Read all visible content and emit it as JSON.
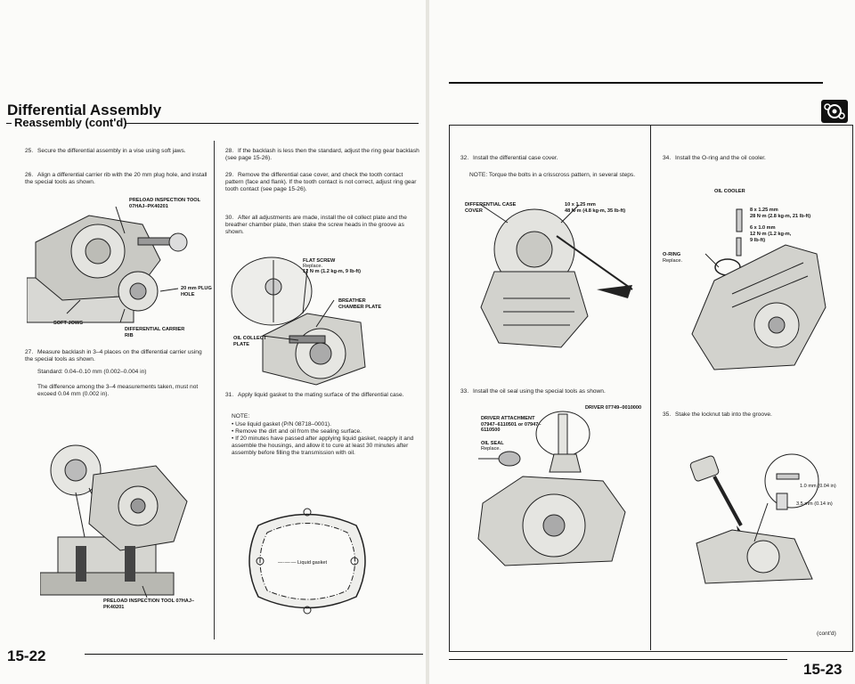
{
  "left_page": {
    "title": "Differential Assembly",
    "subtitle": "Reassembly (cont'd)",
    "page_number": "15-22",
    "steps": [
      {
        "n": "25.",
        "text": "Secure the differential assembly in a vise using soft jaws."
      },
      {
        "n": "26.",
        "text": "Align a differential carrier rib with the 20 mm plug hole, and install the special tools as shown."
      },
      {
        "n": "27.",
        "text": "Measure backlash in 3–4 places on the differential carrier using the special tools as shown."
      },
      {
        "n": "",
        "text": "Standard: 0.04–0.10 mm (0.002–0.004 in)"
      },
      {
        "n": "",
        "text": "The difference among the 3–4 measurements taken, must not exceed 0.04 mm (0.002 in)."
      },
      {
        "n": "28.",
        "text": "If the backlash is less then the standard, adjust the ring gear backlash (see page 15-26)."
      },
      {
        "n": "29.",
        "text": "Remove the differential case cover, and check the tooth contact pattern (face and flank). If the tooth contact is not correct, adjust ring gear tooth contact (see page 15-26)."
      },
      {
        "n": "30.",
        "text": "After all adjustments are made, install the oil collect plate and the breather chamber plate, then stake the screw heads in the groove as shown."
      },
      {
        "n": "31.",
        "text": "Apply liquid gasket to the mating surface of the differential case."
      }
    ],
    "note_title": "NOTE:",
    "notes": [
      "Use liquid gasket (P/N 08718–0001).",
      "Remove the dirt and oil from the sealing surface.",
      "If 20 minutes have passed after applying liquid gasket, reapply it and assemble the housings, and allow it to cure at least 30 minutes after assembly before filling the transmission with oil."
    ],
    "labels": {
      "preload_tool": "PRELOAD INSPECTION TOOL 07HAJ–PK40201",
      "plug_hole": "20 mm PLUG HOLE",
      "soft_jaws": "SOFT JOWS",
      "carrier_rib": "DIFFERENTIAL CARRIER RIB",
      "preload_tool_2": "PRELOAD INSPECTION TOOL 07HAJ–PK40201",
      "flat_screw": "FLAT SCREW",
      "flat_screw_replace": "Replace.",
      "flat_screw_torque": "12 N·m (1.2 kg-m, 9 lb-ft)",
      "breather": "BREATHER CHAMBER PLATE",
      "oil_collect": "OIL COLLECT PLATE",
      "liquid_gasket": "—·—·— Liquid gasket"
    }
  },
  "right_page": {
    "page_number": "15-23",
    "cont": "(cont'd)",
    "steps": [
      {
        "n": "32.",
        "text": "Install the differential case cover."
      },
      {
        "n": "",
        "text": "NOTE: Torque the bolts in a crisscross pattern, in several steps."
      },
      {
        "n": "33.",
        "text": "Install the oil seal using the special tools as shown."
      },
      {
        "n": "34.",
        "text": "Install the O-ring and the oil cooler."
      },
      {
        "n": "35.",
        "text": "Stake the locknut tab into the groove."
      }
    ],
    "labels": {
      "diff_cover": "DIFFERENTIAL CASE COVER",
      "bolt_spec": "10 x 1.25 mm",
      "bolt_torque": "48 N·m (4.8 kg-m, 35 lb-ft)",
      "driver": "DRIVER 07749–0010000",
      "driver_attachment": "DRIVER ATTACHMENT 07947–6110501 or 07947–6110500",
      "oil_seal": "OIL SEAL",
      "oil_seal_replace": "Replace.",
      "oil_cooler": "OIL COOLER",
      "cooler_bolt": "8 x 1.25 mm",
      "cooler_torque": "28 N·m (2.8 kg-m, 21 lb-ft)",
      "cooler_bolt2": "6 x 1.0 mm",
      "cooler_torque2": "12 N·m (1.2 kg-m,",
      "cooler_torque2b": "9 lb-ft)",
      "o_ring": "O-RING",
      "o_ring_replace": "Replace.",
      "stake_1": "1.0 mm (0.04 in)",
      "stake_2": "3.5 mm (0.14 in)"
    }
  },
  "colors": {
    "ink": "#111111",
    "paper": "#fbfbf9",
    "gutter": "#e6e5df"
  }
}
